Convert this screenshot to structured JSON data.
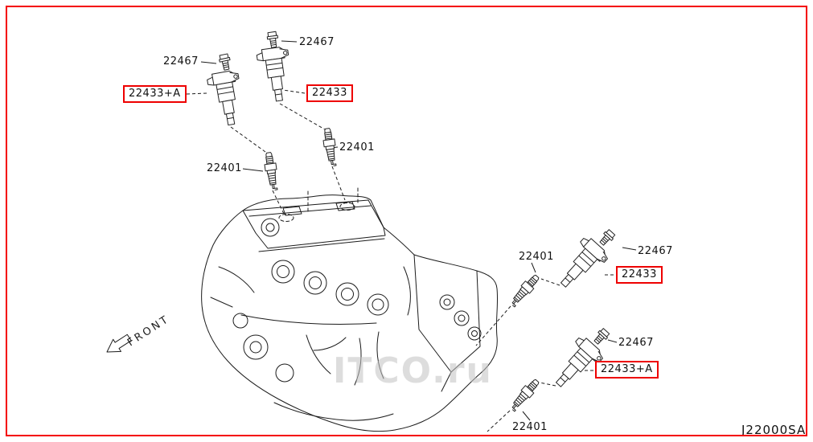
{
  "page": {
    "diagram_code": "J22000SA",
    "watermark": "ITCO.ru",
    "front_label": "FRONT",
    "accent_color": "#ee0000",
    "line_color": "#1c1c1c"
  },
  "boxed_labels": [
    {
      "id": "coil-top-left",
      "text": "22433+A"
    },
    {
      "id": "coil-top-right",
      "text": "22433"
    },
    {
      "id": "coil-right-middle",
      "text": "22433"
    },
    {
      "id": "coil-bottom-right",
      "text": "22433+A"
    }
  ],
  "plain_labels": [
    {
      "id": "bolt-top-right",
      "text": "22467"
    },
    {
      "id": "bolt-top-left",
      "text": "22467"
    },
    {
      "id": "plug-top-right",
      "text": "22401"
    },
    {
      "id": "plug-top-left",
      "text": "22401"
    },
    {
      "id": "plug-right-middle",
      "text": "22401"
    },
    {
      "id": "bolt-right-middle",
      "text": "22467"
    },
    {
      "id": "bolt-bottom-right",
      "text": "22467"
    },
    {
      "id": "plug-bottom-right",
      "text": "22401"
    }
  ]
}
